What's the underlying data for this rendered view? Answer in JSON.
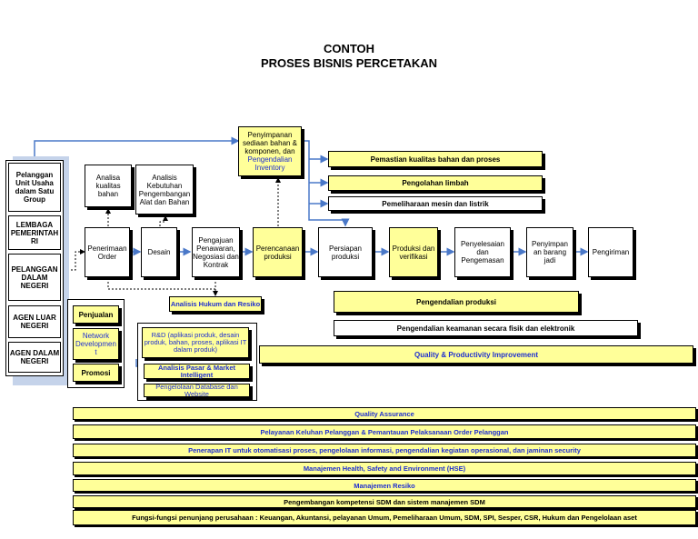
{
  "title": {
    "line1": "CONTOH",
    "line2": "PROSES BISNIS PERCETAKAN"
  },
  "customers": [
    "Pelanggan Unit Usaha dalam Satu Group",
    "LEMBAGA PEMERINTAH RI",
    "PELANGGAN DALAM NEGERI",
    "AGEN LUAR NEGERI",
    "AGEN DALAM NEGERI"
  ],
  "process": {
    "penerimaan_order": "Penerimaan Order",
    "desain": "Desain",
    "pengajuan": "Pengajuan Penawaran, Negosiasi dan Kontrak",
    "perencanaan": "Perencanaan produksi",
    "persiapan": "Persiapan produksi",
    "produksi": "Produksi dan verifikasi",
    "penyelesaian": "Penyelesaian dan Pengemasan",
    "penyimpanan_barang": "Penyimpan an barang jadi",
    "pengiriman": "Pengiriman"
  },
  "upper": {
    "analisa_kualitas": "Analisa kualitas bahan",
    "analisis_kebutuhan": "Analisis Kebutuhan Pengembangan Alat dan Bahan",
    "penyimpanan_line1": "Penyimpanan sediaan bahan & komponen, dan",
    "penyimpanan_line2": "Pengendalian Inventory"
  },
  "support_right": {
    "pemastian": "Pemastian kualitas bahan dan proses",
    "pengolahan": "Pengolahan limbah",
    "pemeliharaan": "Pemeliharaan mesin dan listrik"
  },
  "mid": {
    "analisis_hukum": "Analisis Hukum dan Resiko",
    "pengendalian_produksi": "Pengendalian produksi",
    "pengendalian_keamanan": "Pengendalian keamanan secara fisik dan elektronik",
    "quality_productivity": "Quality & Productivity Improvement"
  },
  "marketing": {
    "penjualan": "Penjualan",
    "network": "Network Developmen t",
    "promosi": "Promosi"
  },
  "rnd": {
    "rd": "R&D (aplikasi produk, desain produk, bahan, proses, aplikasi IT dalam produk)",
    "pasar": "Analisis Pasar & Market Intelligent",
    "database": "Pengelolaan Database dan Website"
  },
  "bottom_bars": [
    "Quality Assurance",
    "Pelayanan Keluhan Pelanggan & Pemantauan Pelaksanaan Order Pelanggan",
    "Penerapan IT untuk otomatisasi proses, pengelolaan informasi, pengendalian kegiatan operasional, dan jaminan security",
    "Manajemen Health, Safety and Environment (HSE)",
    "Manajemen Resiko",
    "Pengembangan kompetensi SDM dan sistem manajemen SDM",
    "Fungsi-fungsi penunjang perusahaan : Keuangan, Akuntansi, pelayanan Umum, Pemeliharaan Umum, SDM, SPI, Sesper, CSR, Hukum dan Pengelolaan aset"
  ]
}
